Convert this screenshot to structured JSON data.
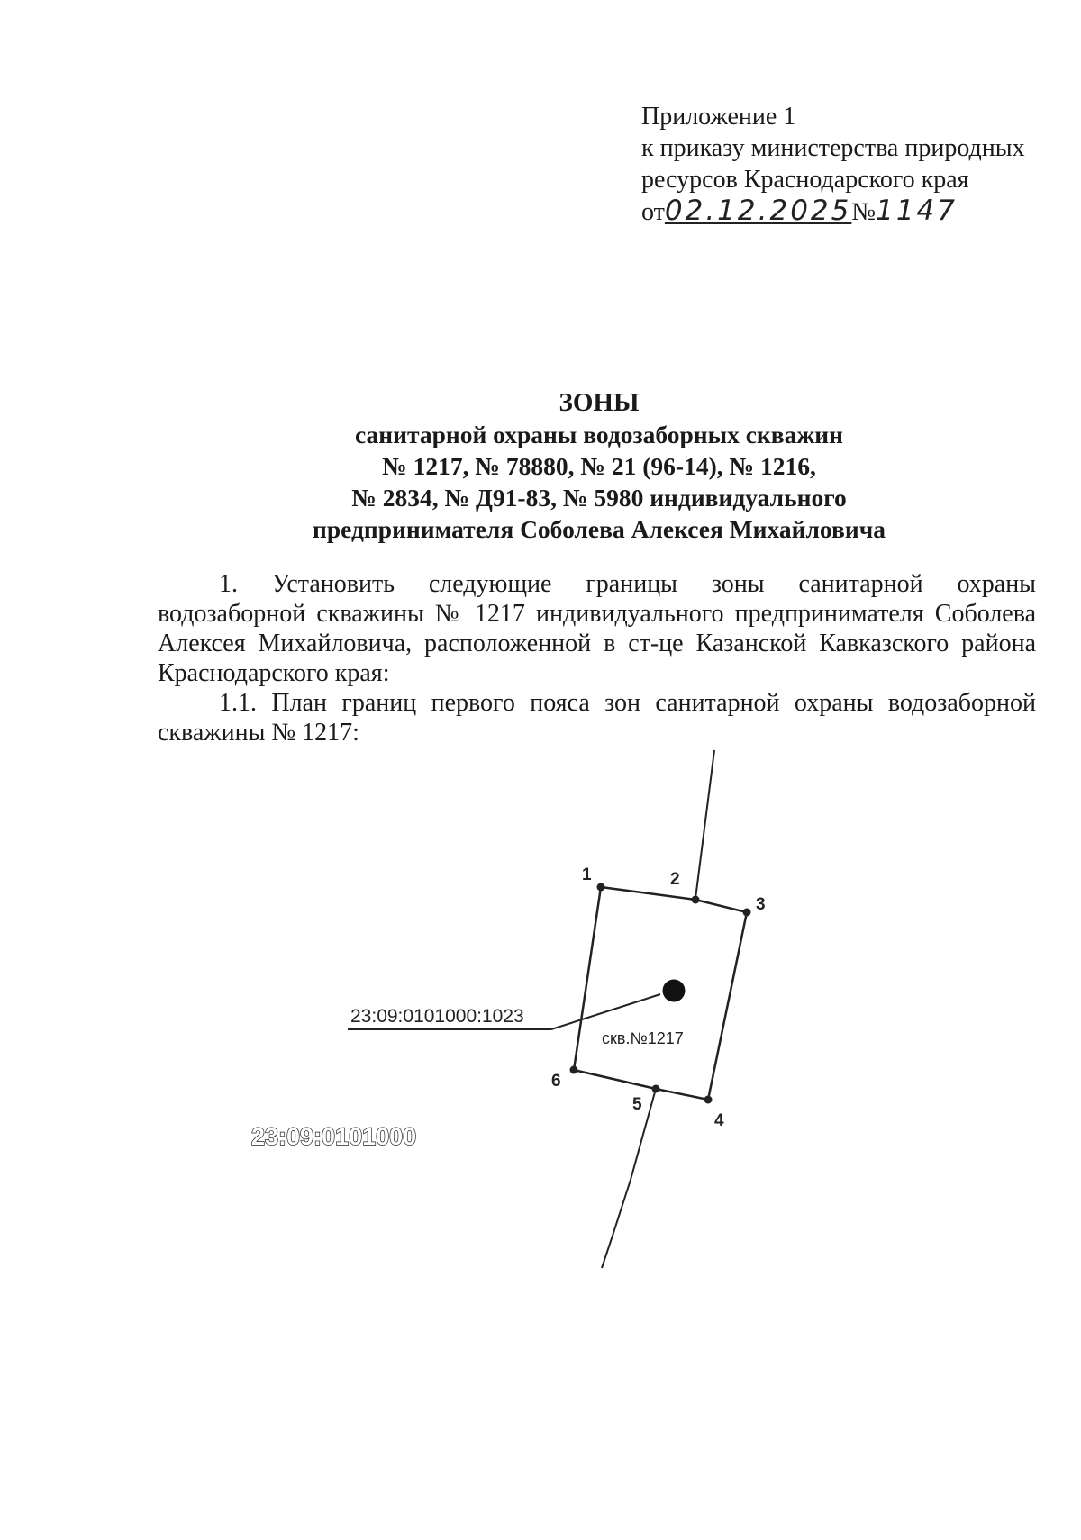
{
  "annex": {
    "line1": "Приложение 1",
    "line2": "к приказу министерства природных",
    "line3": "ресурсов Краснодарского края",
    "from_prefix": "от",
    "date": "02.12.2025",
    "number_prefix": "№",
    "number": "1147"
  },
  "title": {
    "line1": "ЗОНЫ",
    "line2": "санитарной охраны водозаборных скважин",
    "line3": "№ 1217, № 78880, № 21 (96-14), № 1216,",
    "line4": "№ 2834, № Д91-83, № 5980 индивидуального",
    "line5": "предпринимателя Соболева Алексея Михайловича"
  },
  "body": {
    "p1_line1": "1. Установить следующие границы зоны санитарной охраны",
    "p1_rest": "водозаборной скважины № 1217 индивидуального предпринимателя Соболева Алексея Михайловича, расположенной в ст-це Казанской Кавказского района Краснодарского края:",
    "p2": "1.1. План границ первого пояса зон санитарной охраны водозаборной скважины № 1217:"
  },
  "plan": {
    "parcel_label": "23:09:0101000:1023",
    "well_label": "скв.№1217",
    "quarter_label": "23:09:0101000",
    "points": [
      "1",
      "2",
      "3",
      "4",
      "5",
      "6"
    ]
  }
}
